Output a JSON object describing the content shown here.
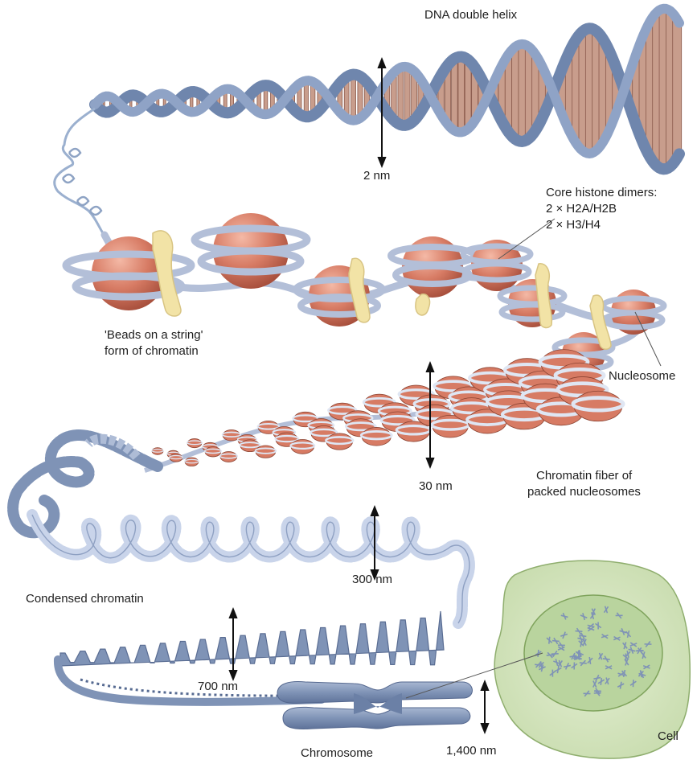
{
  "labels": {
    "dna": "DNA double helix",
    "dna_width": "2 nm",
    "histone_title": "Core histone dimers:",
    "histone_line1": "2 × H2A/H2B",
    "histone_line2": "2 × H3/H4",
    "beads_line1": "'Beads on a string'",
    "beads_line2": "form of chromatin",
    "nucleosome": "Nucleosome",
    "fiber_width": "30 nm",
    "fiber_line1": "Chromatin fiber of",
    "fiber_line2": "packed nucleosomes",
    "condensed": "Condensed chromatin",
    "condensed_width": "300 nm",
    "coil_width": "700 nm",
    "chromosome": "Chromosome",
    "chromosome_width": "1,400 nm",
    "cell": "Cell"
  },
  "colors": {
    "helix_backbone": "#6f86ad",
    "helix_rungs": "#c89d8c",
    "histone": "#d77b64",
    "dna_wrap": "#b3bfd8",
    "linker_histone": "#f2e3a6",
    "chromatin_loop": "#c9d4ea",
    "chromosome": "#7f93b6",
    "cell_outer": "#d2e2b8",
    "cell_nucleus": "#bad5a0"
  }
}
